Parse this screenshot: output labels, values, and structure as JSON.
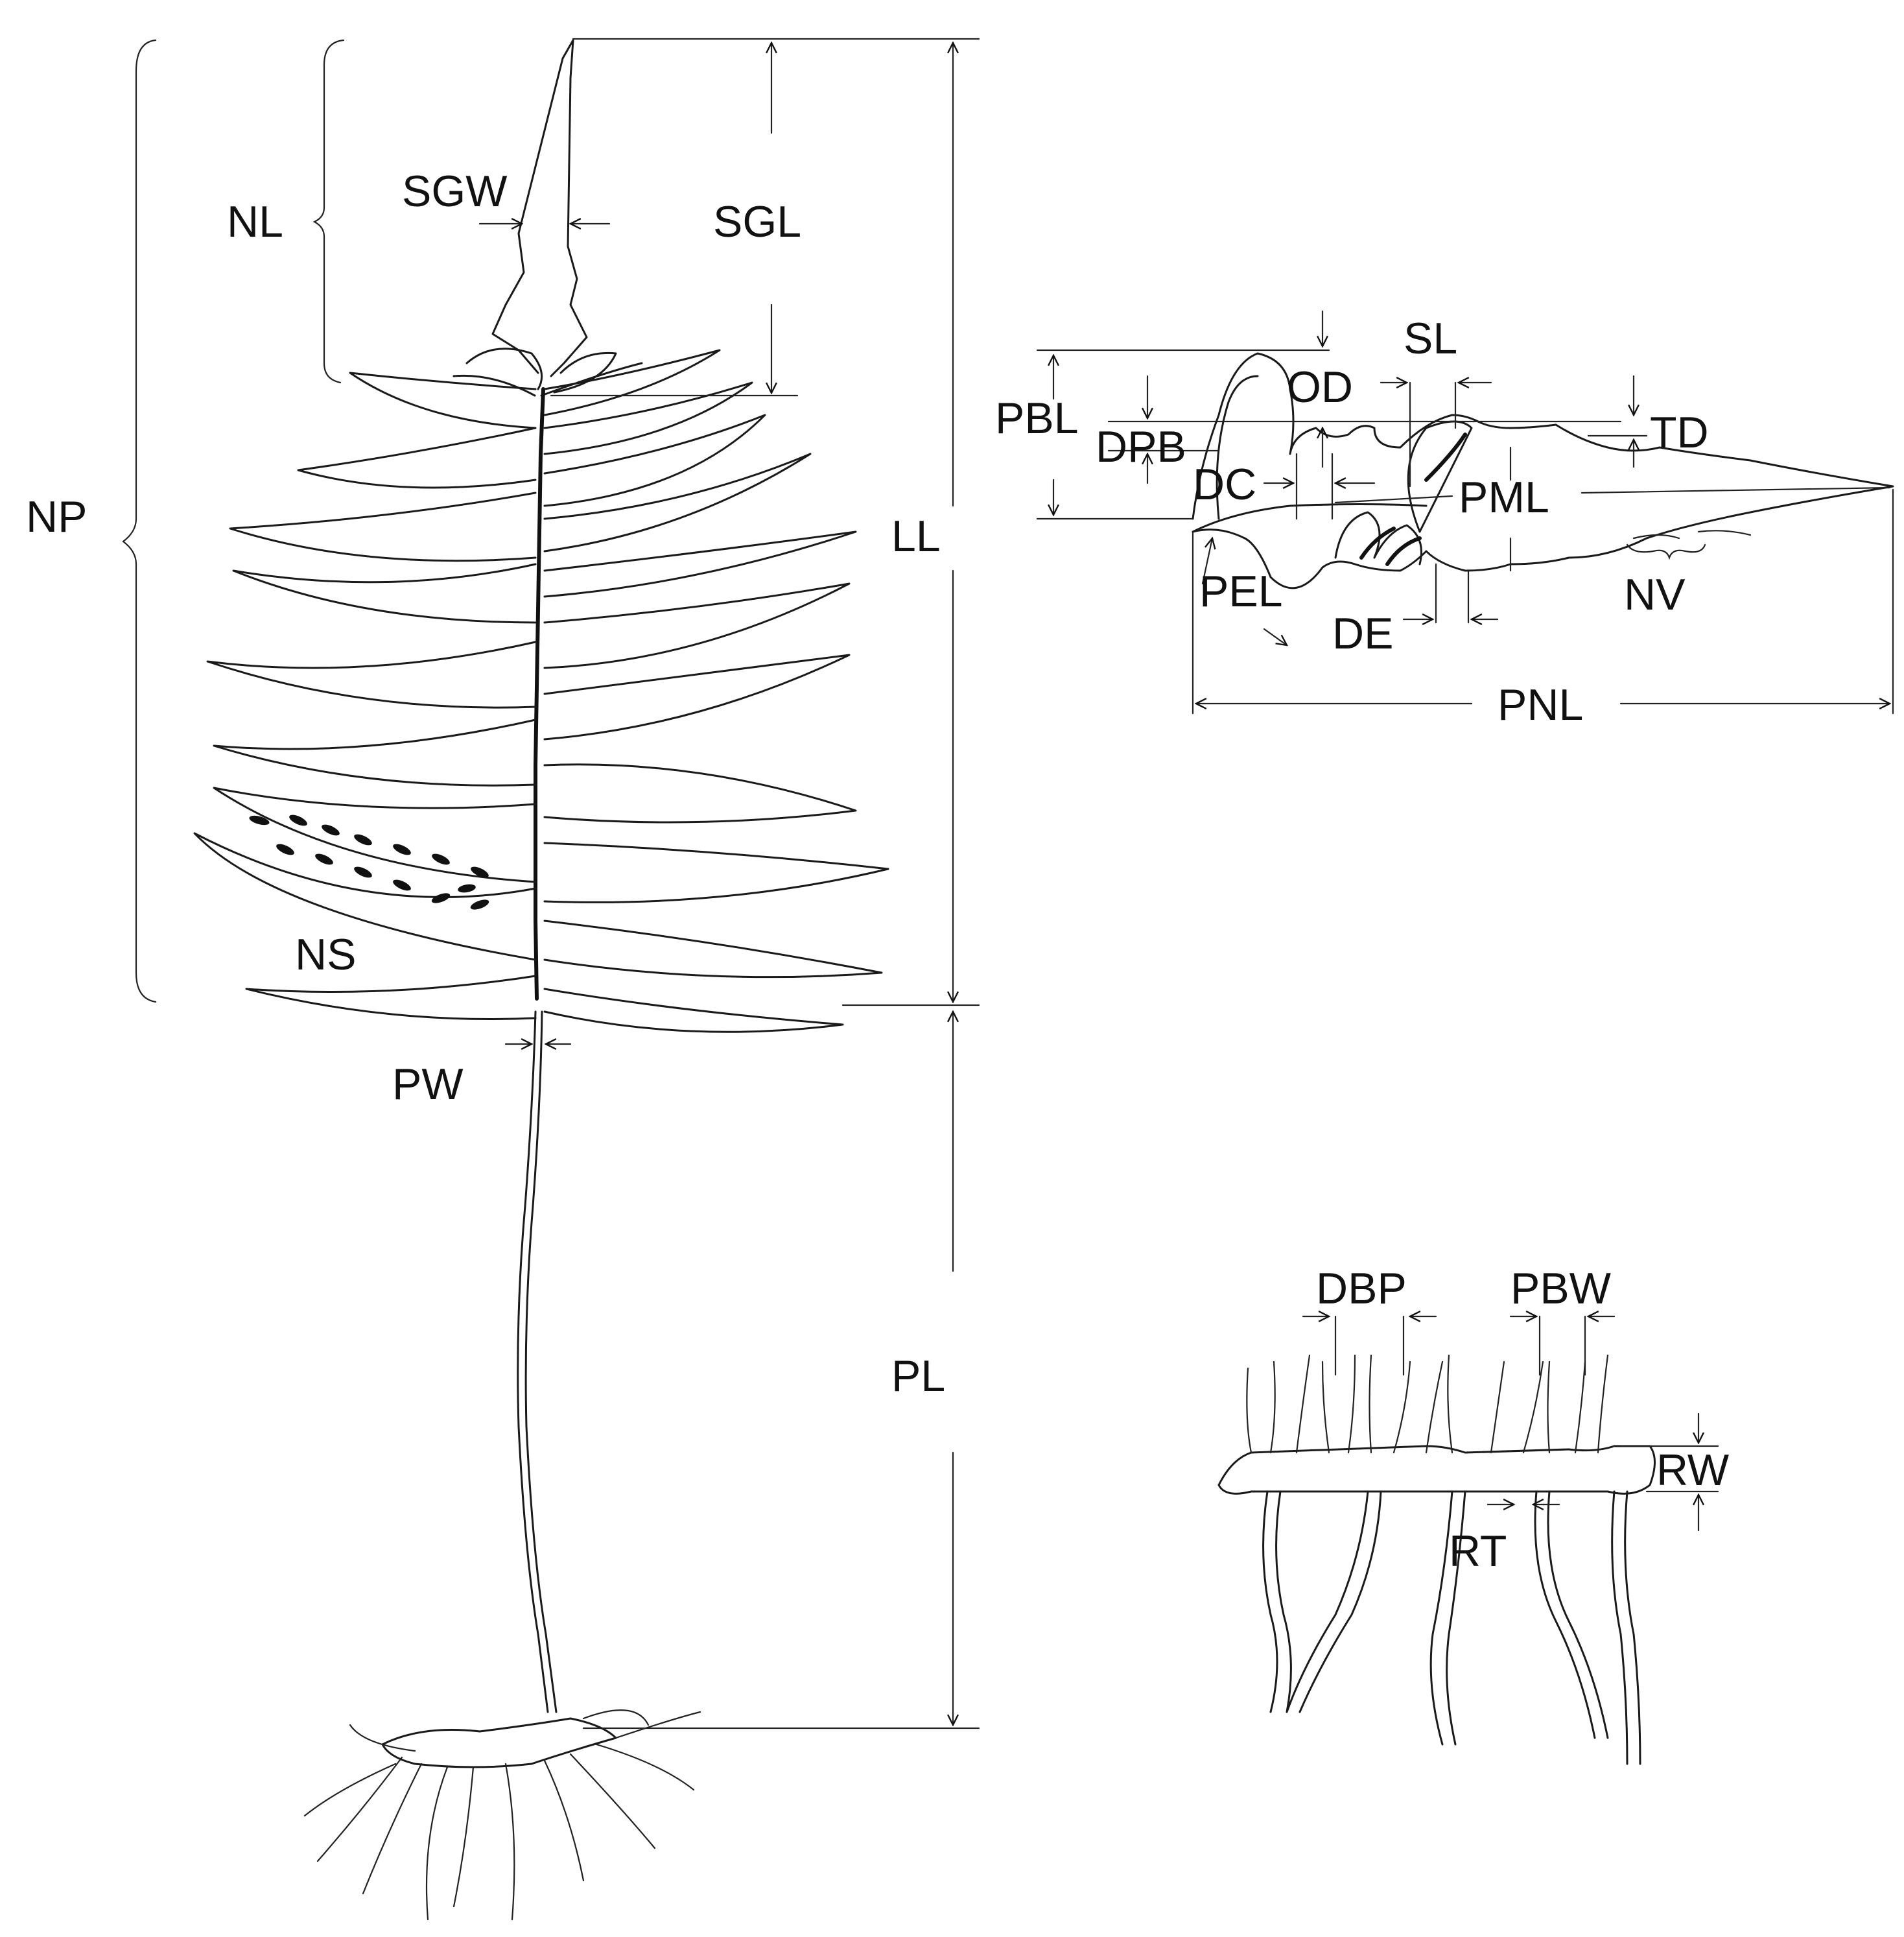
{
  "labels": {
    "NP": "NP",
    "NL": "NL",
    "SGW": "SGW",
    "SGL": "SGL",
    "LL": "LL",
    "NS": "NS",
    "PW": "PW",
    "PL": "PL",
    "PBL": "PBL",
    "DPB": "DPB",
    "OD": "OD",
    "SL": "SL",
    "TD": "TD",
    "DC": "DC",
    "PML": "PML",
    "PEL": "PEL",
    "DE": "DE",
    "NV": "NV",
    "PNL": "PNL",
    "DBP": "DBP",
    "PBW": "PBW",
    "RW": "RW",
    "RT": "RT"
  },
  "colors": {
    "ink": "#1a1a1a",
    "background": "#ffffff"
  }
}
